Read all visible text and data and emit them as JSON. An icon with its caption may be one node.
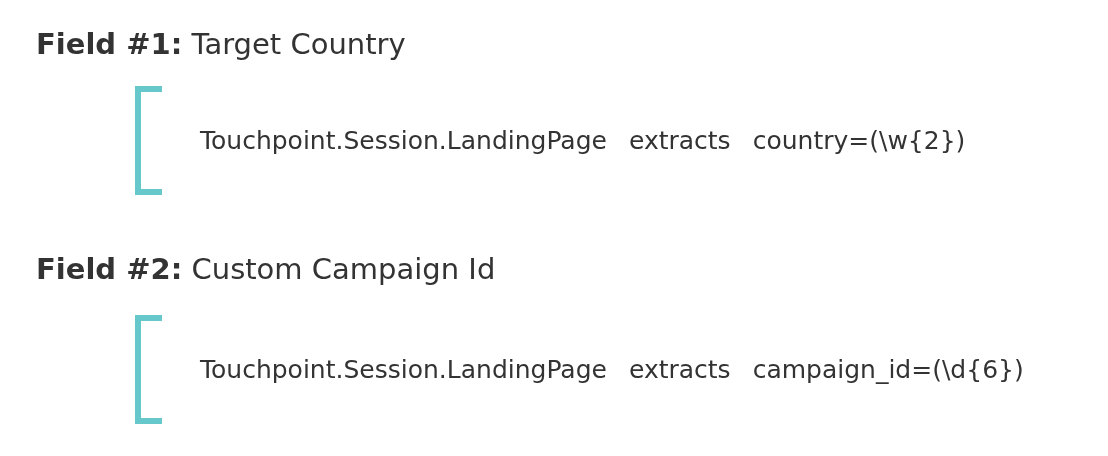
{
  "diagram": {
    "nodes": [
      {
        "text": [
          "**Field #1:** Target Country",
          "Touchpoint.Session.LandingPage",
          "extracts",
          "country=(\\w{2})"
        ]
      },
      {
        "text": [
          "**Field #2:** Custom Campaign Id",
          "Touchpoint.Session.LandingPage",
          "extracts",
          "campaign_id=(\\d{6})"
        ]
      }
    ]
  }
}
